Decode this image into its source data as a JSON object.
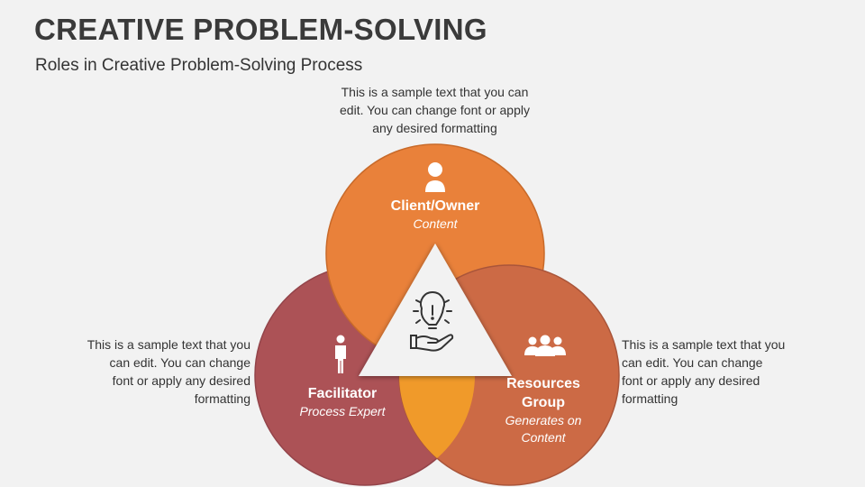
{
  "header": {
    "title": "CREATIVE PROBLEM-SOLVING",
    "subtitle": "Roles in Creative Problem-Solving Process"
  },
  "notes": {
    "top": "This is a sample text that you can edit. You can change font or apply any desired formatting",
    "left": "This is a sample text that you can edit. You can change font or apply any desired formatting",
    "right": "This is a sample text that you can edit. You can change font or apply any desired formatting"
  },
  "roles": [
    {
      "name": "Client/Owner",
      "sub": "Content",
      "icon": "businessman-icon",
      "color": "#E9813A"
    },
    {
      "name": "Facilitator",
      "sub": "Process Expert",
      "icon": "person-icon",
      "color": "#AC5256"
    },
    {
      "name": "Resources Group",
      "sub": "Generates on Content",
      "icon": "group-icon",
      "color": "#CC6A45"
    }
  ],
  "center": {
    "icon": "lightbulb-hand-icon",
    "overlap_color": "#F09A2A"
  }
}
